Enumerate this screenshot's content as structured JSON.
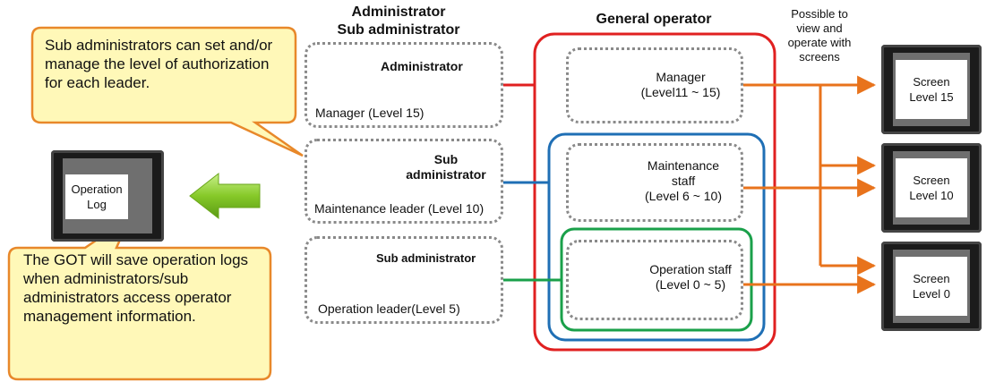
{
  "headers": {
    "admin_line1": "Administrator",
    "admin_line2": "Sub administrator",
    "general_operator": "General operator",
    "possible_line1": "Possible to",
    "possible_line2": "view and",
    "possible_line3": "operate with",
    "possible_line4": "screens"
  },
  "callouts": {
    "top": "Sub administrators can set and/or manage the level of authorization for each leader.",
    "bottom": "The GOT will save operation logs when administrators/sub administrators access operator management information."
  },
  "operation_log": {
    "line1": "Operation",
    "line2": "Log"
  },
  "admins": [
    {
      "role": "Administrator",
      "person": "Manager (Level 15)"
    },
    {
      "role_line1": "Sub",
      "role_line2": "administrator",
      "person": "Maintenance leader (Level 10)"
    },
    {
      "role": "Sub administrator",
      "person": "Operation leader(Level 5)"
    }
  ],
  "operators": [
    {
      "line1": "Manager",
      "line2": "(Level11 ~ 15)"
    },
    {
      "line1": "Maintenance",
      "line2": "staff",
      "line3": "(Level 6 ~ 10)"
    },
    {
      "line1": "Operation staff",
      "line2": "(Level 0 ~ 5)"
    }
  ],
  "screens": [
    {
      "line1": "Screen",
      "line2": "Level 15"
    },
    {
      "line1": "Screen",
      "line2": "Level 10"
    },
    {
      "line1": "Screen",
      "line2": "Level 0"
    }
  ],
  "colors": {
    "red_group": "#e02020",
    "blue_group": "#1f6fb5",
    "green_group": "#1aa04a",
    "arrow_orange": "#e8731c",
    "callout_fill": "#fff8b8",
    "callout_border": "#e8882a",
    "green_arrow": "#7cc41e"
  }
}
